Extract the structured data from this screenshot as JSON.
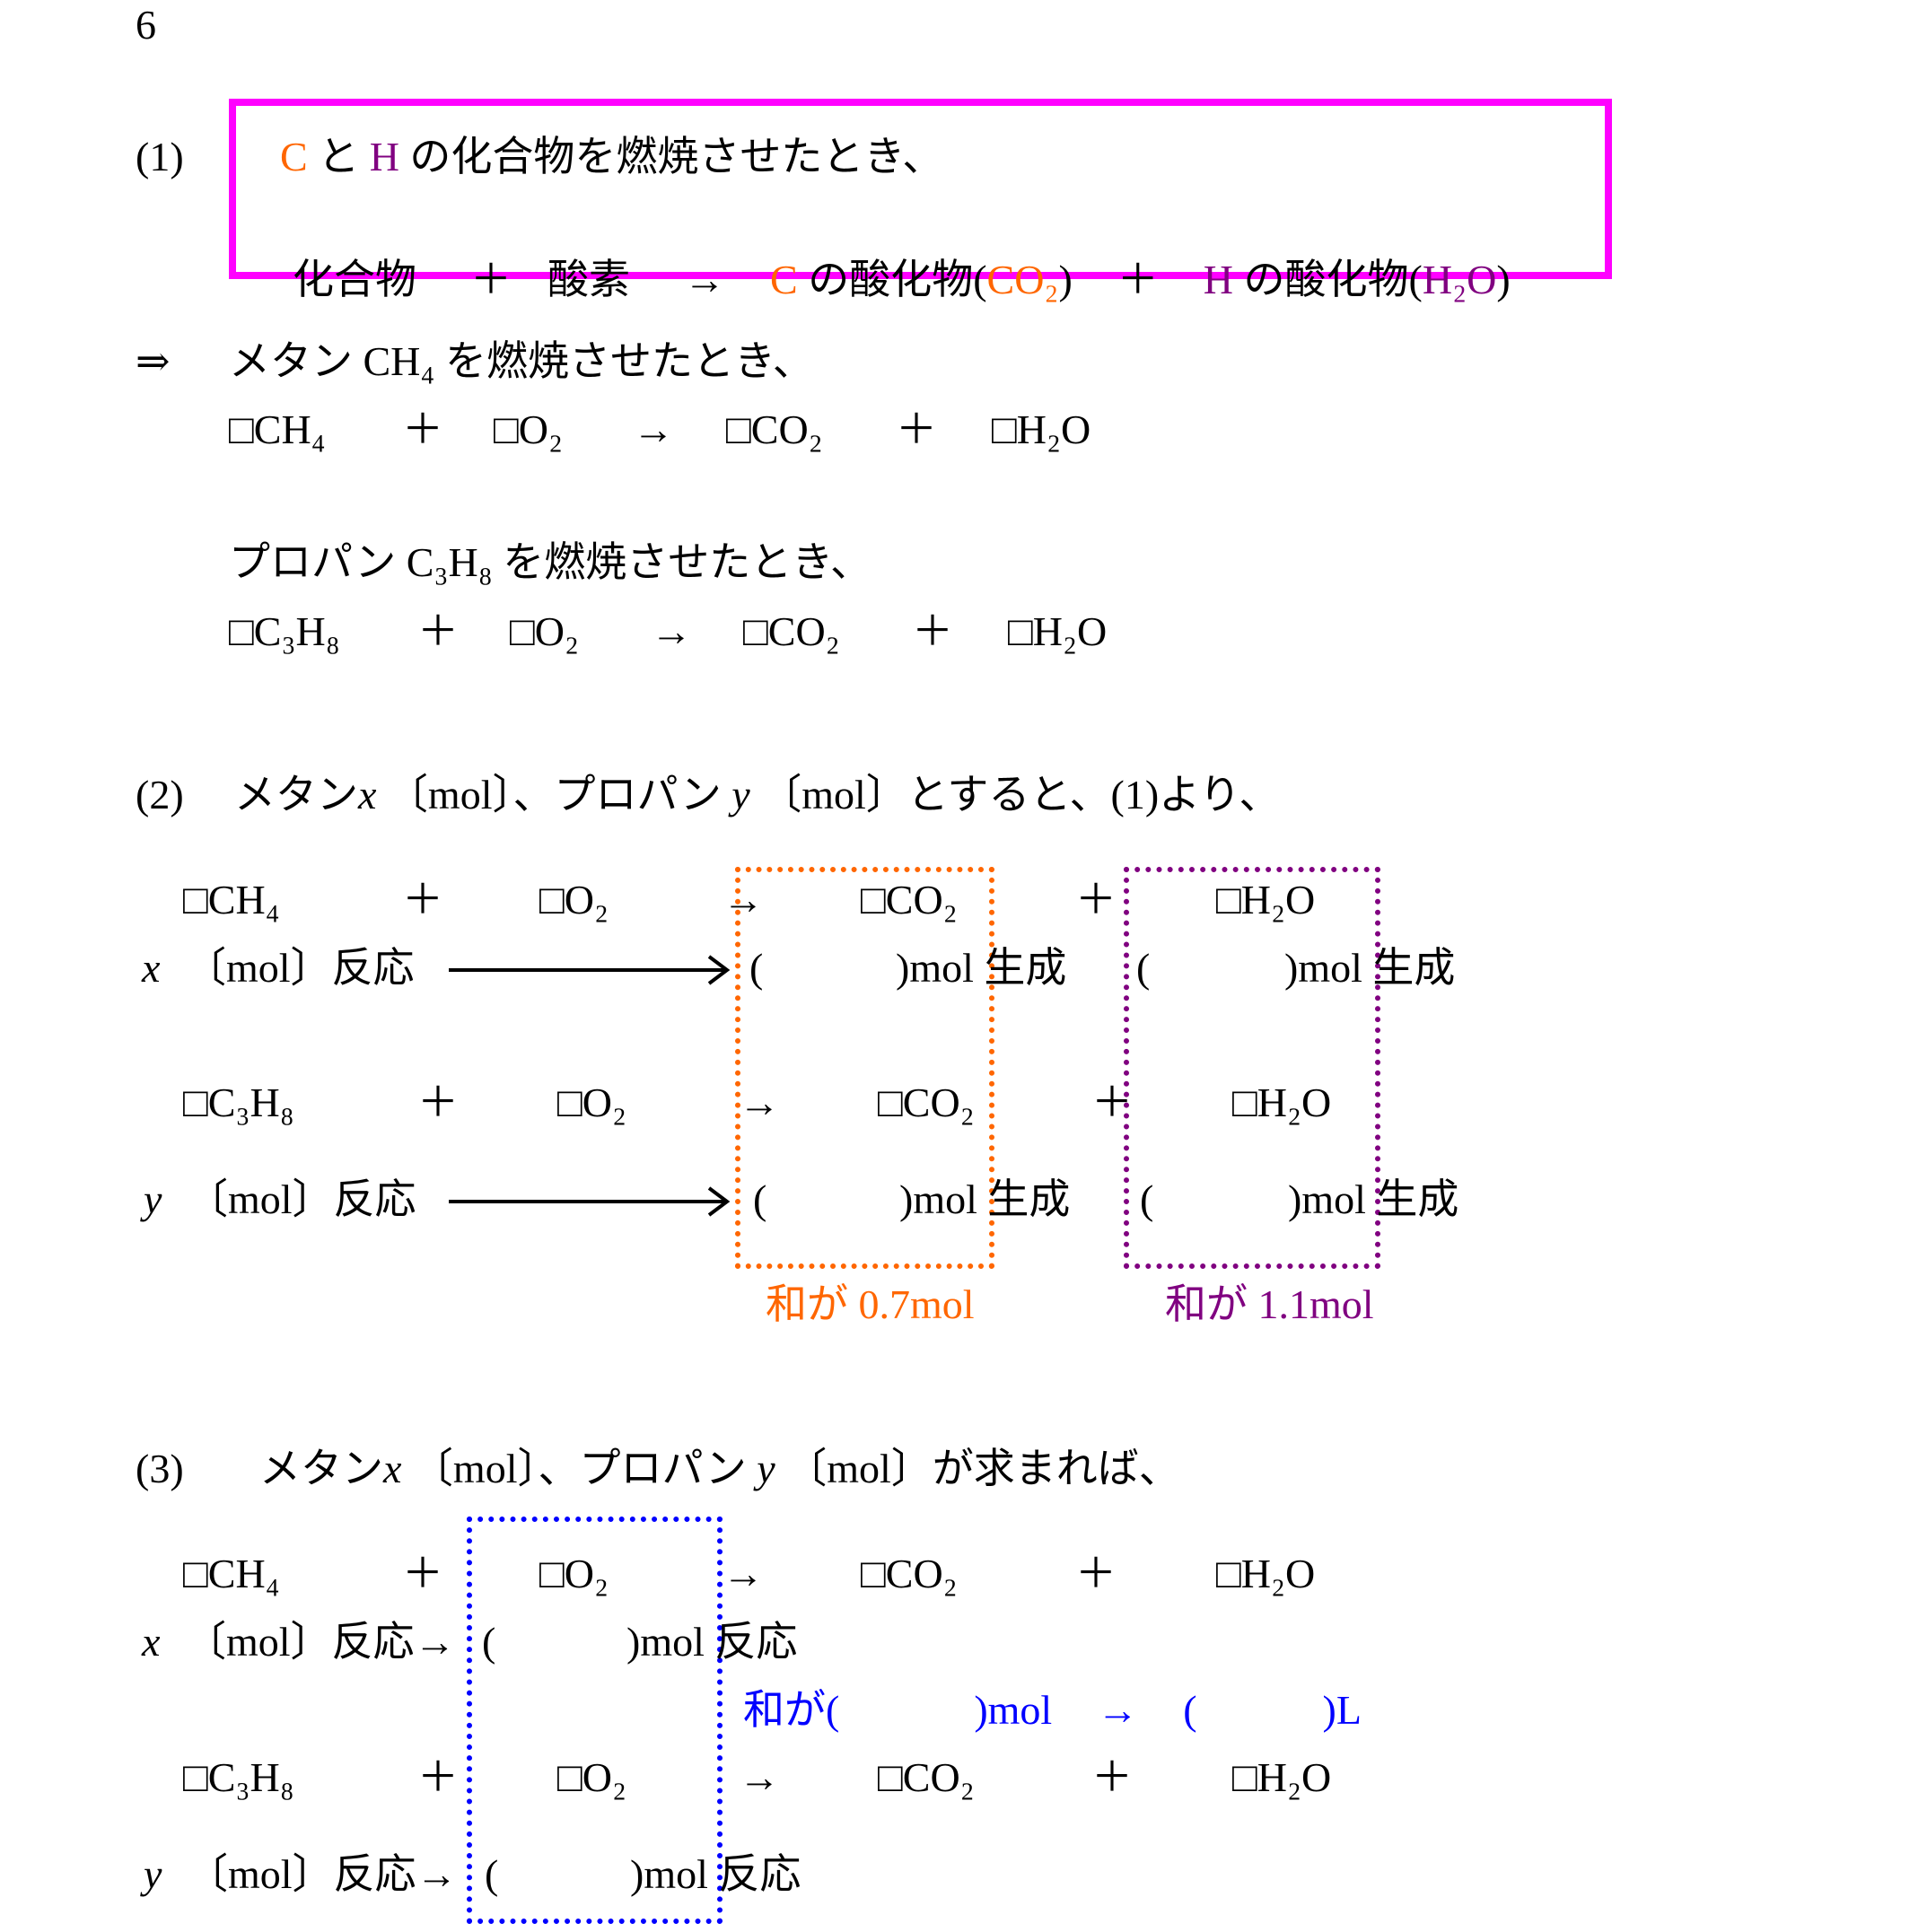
{
  "problem_number": "6",
  "part1": {
    "label": "(1)",
    "rule_line1": {
      "c": "C",
      "to": " と ",
      "h": "H",
      "rest": " の化合物を燃焼させたとき、"
    },
    "rule_line2": {
      "compound": "化合物",
      "plus1": "＋",
      "oxygen": "酸素",
      "arrow": "→",
      "c": "C",
      "c_oxide": " の酸化物(",
      "co2": "CO₂",
      "close1": ")",
      "plus2": "＋",
      "h": "H",
      "h_oxide": " の酸化物(",
      "h2o": "H₂O",
      "close2": ")"
    },
    "implies": "⇒",
    "methane_intro": "メタン CH₄ を燃焼させたとき、",
    "methane_eq": [
      "□CH₄",
      "＋",
      "□O₂",
      "→",
      "□CO₂",
      "＋",
      "□H₂O"
    ],
    "propane_intro": "プロパン C₃H₈ を燃焼させたとき、",
    "propane_eq": [
      "□C₃H₈",
      "＋",
      "□O₂",
      "→",
      "□CO₂",
      "＋",
      "□H₂O"
    ]
  },
  "part2": {
    "label": "(2)",
    "heading": {
      "a": "メタン",
      "x": "x",
      "b": " 〔mol〕、プロパン ",
      "y": "y",
      "c": " 〔mol〕とすると、(1)より、"
    },
    "methane_eq": [
      "□CH₄",
      "＋",
      "□O₂",
      "→",
      "□CO₂",
      "＋",
      "□H₂O"
    ],
    "propane_eq": [
      "□C₃H₈",
      "＋",
      "□O₂",
      "→",
      "□CO₂",
      "＋",
      "□H₂O"
    ],
    "x_row": {
      "var": "x",
      "reacted": "〔mol〕反応",
      "open1": "(",
      "close1": ")mol 生成",
      "open2": "(",
      "close2": ")mol 生成"
    },
    "y_row": {
      "var": "y",
      "reacted": "〔mol〕反応",
      "open1": "(",
      "close1": ")mol 生成",
      "open2": "(",
      "close2": ")mol 生成"
    },
    "co2_sum": "和が 0.7mol",
    "h2o_sum": "和が 1.1mol",
    "colors": {
      "co2": "#ff6600",
      "h2o": "#800080"
    }
  },
  "part3": {
    "label": "(3)",
    "heading": {
      "a": "メタン",
      "x": "x",
      "b": " 〔mol〕、プロパン ",
      "y": "y",
      "c": " 〔mol〕が求まれば、"
    },
    "methane_eq": [
      "□CH₄",
      "＋",
      "□O₂",
      "→",
      "□CO₂",
      "＋",
      "□H₂O"
    ],
    "propane_eq": [
      "□C₃H₈",
      "＋",
      "□O₂",
      "→",
      "□CO₂",
      "＋",
      "□H₂O"
    ],
    "x_row": {
      "var": "x",
      "reacted": "〔mol〕反応→",
      "open": "(",
      "close": ")mol 反応"
    },
    "y_row": {
      "var": "y",
      "reacted": "〔mol〕反応→",
      "open": "(",
      "close": ")mol 反応"
    },
    "sum": {
      "a": "和が(",
      "b": ")mol",
      "arrow": "→",
      "c": "(",
      "d": ")L"
    },
    "color": "#0000ff"
  },
  "rule_box_color": "#ff00ff"
}
